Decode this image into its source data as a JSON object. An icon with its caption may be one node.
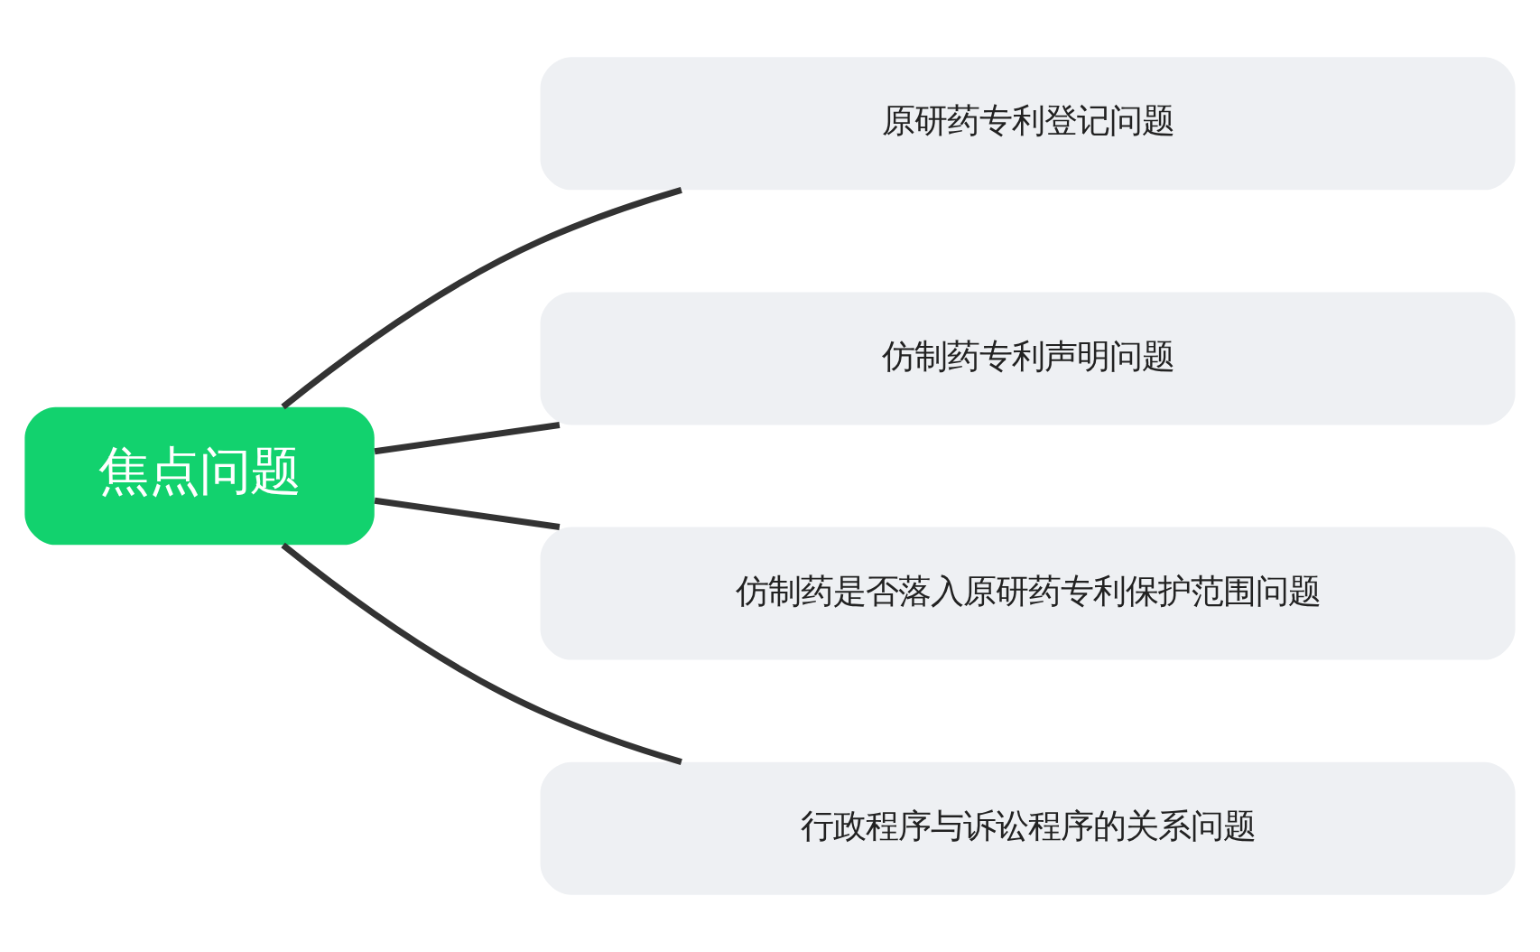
{
  "diagram": {
    "nodes": [
      {
        "text": [
          "焦点问题"
        ]
      },
      {
        "text": [
          "原研药专利登记问题"
        ]
      },
      {
        "text": [
          "仿制药专利声明问题"
        ]
      },
      {
        "text": [
          "仿制药是否落入原研药专利保护范围问题"
        ]
      },
      {
        "text": [
          "行政程序与诉讼程序的关系问题"
        ]
      }
    ],
    "edges": [
      {
        "from": 0,
        "to": 1,
        "arrow": "none"
      },
      {
        "from": 0,
        "to": 2,
        "arrow": "none"
      },
      {
        "from": 0,
        "to": 3,
        "arrow": "none"
      },
      {
        "from": 0,
        "to": 4,
        "arrow": "none"
      }
    ]
  }
}
